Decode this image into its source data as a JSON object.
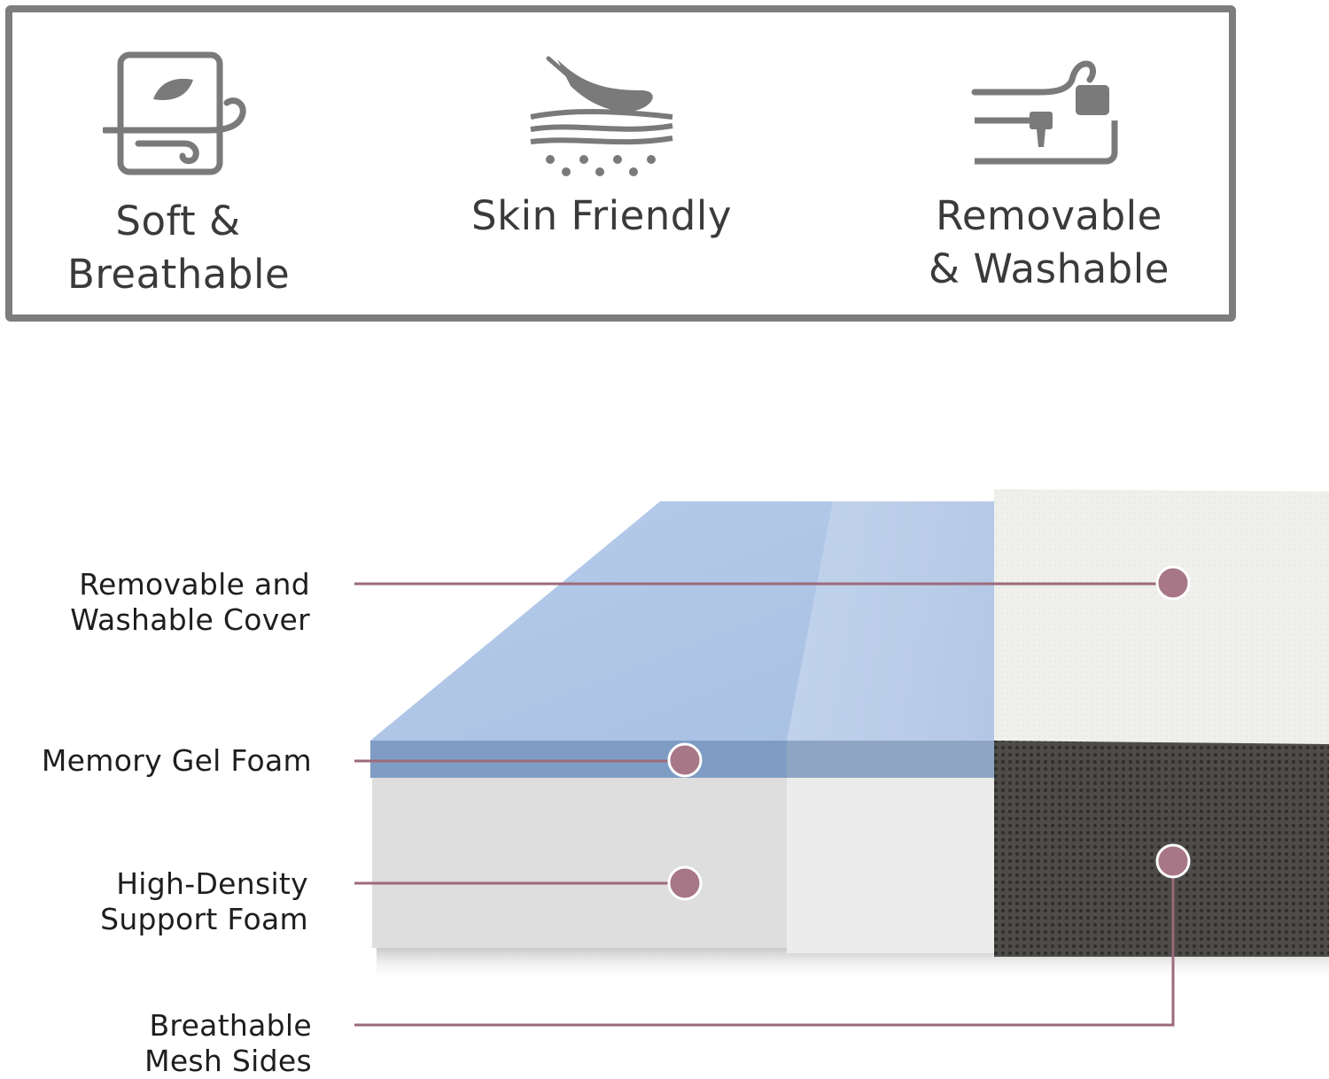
{
  "features": [
    {
      "icon": "leaf-air-flow-icon",
      "line1": "Soft &",
      "line2": "Breathable"
    },
    {
      "icon": "feather-skin-icon",
      "line1": "Skin Friendly",
      "line2": ""
    },
    {
      "icon": "zipper-cover-icon",
      "line1": "Removable",
      "line2": "& Washable"
    }
  ],
  "layers": [
    {
      "line1": "Removable and",
      "line2": "Washable Cover"
    },
    {
      "line1": "Memory Gel Foam",
      "line2": ""
    },
    {
      "line1": "High-Density",
      "line2": "Support Foam"
    },
    {
      "line1": "Breathable",
      "line2": "Mesh Sides"
    }
  ],
  "colors": {
    "frame": "#7d7d7d",
    "icon": "#7a7a7a",
    "callout_line": "#9c6a7a",
    "callout_dot": "#a77787",
    "gel_foam": "#a9c3e3",
    "support_foam": "#e1e1e1",
    "mesh": "#4b4a47"
  }
}
